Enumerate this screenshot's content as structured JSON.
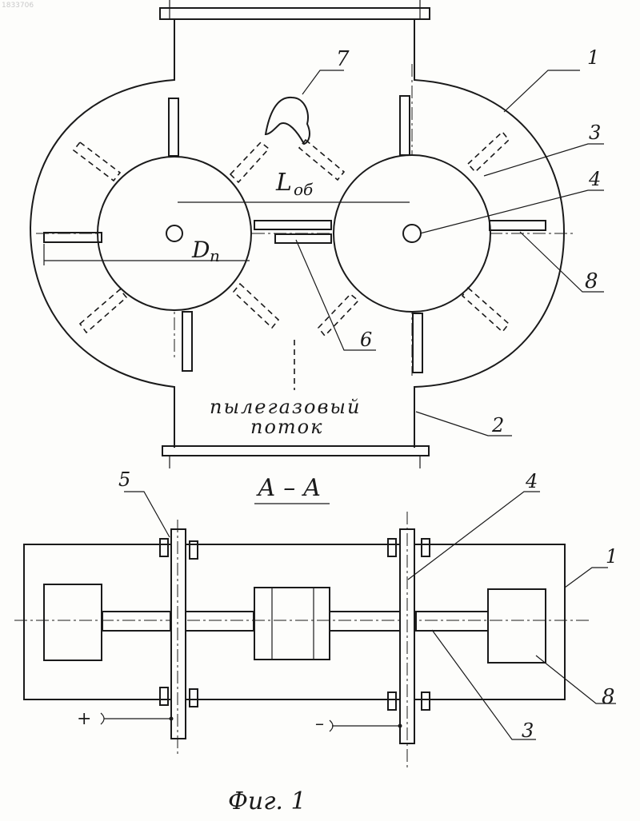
{
  "corner_number": "1833706",
  "labels": {
    "n1_top": "1",
    "n2": "2",
    "n3_top": "3",
    "n4_top": "4",
    "n6": "6",
    "n7": "7",
    "n8_top": "8",
    "L_main": "L",
    "L_sub": "об",
    "D_main": "D",
    "D_sub": "п",
    "flow_line1": "пылегазовый",
    "flow_line2": "поток",
    "section": "А – А",
    "n5": "5",
    "n4_bottom": "4",
    "n1_bottom": "1",
    "n8_bottom": "8",
    "n3_bottom": "3",
    "plus": "+",
    "minus": "–",
    "figure_caption": "Фиг. 1"
  }
}
